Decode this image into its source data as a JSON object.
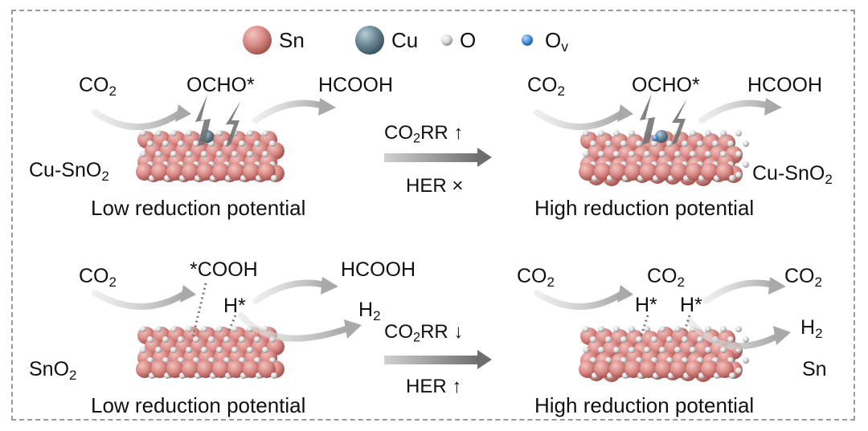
{
  "legend": {
    "sn_label": "Sn",
    "cu_label": "Cu",
    "o_label": "O",
    "ov_label_main": "O",
    "ov_label_sub": "v"
  },
  "panels": {
    "top_left": {
      "co2_main": "CO",
      "co2_sub": "2",
      "intermediate": "OCHO*",
      "product": "HCOOH",
      "catalyst_main": "Cu-SnO",
      "catalyst_sub": "2",
      "caption": "Low reduction potential"
    },
    "top_right": {
      "co2_main": "CO",
      "co2_sub": "2",
      "intermediate": "OCHO*",
      "product": "HCOOH",
      "catalyst_main": "Cu-SnO",
      "catalyst_sub": "2",
      "caption": "High reduction potential"
    },
    "bottom_left": {
      "co2_main": "CO",
      "co2_sub": "2",
      "intermediate": "*COOH",
      "hydrogen_intermediate": "H*",
      "product": "HCOOH",
      "h2_main": "H",
      "h2_sub": "2",
      "catalyst_main": "SnO",
      "catalyst_sub": "2",
      "caption": "Low reduction potential"
    },
    "bottom_right": {
      "co2_a_main": "CO",
      "co2_a_sub": "2",
      "co2_b_main": "CO",
      "co2_b_sub": "2",
      "co2_c_main": "CO",
      "co2_c_sub": "2",
      "h_star_a": "H*",
      "h_star_b": "H*",
      "h2_main": "H",
      "h2_sub": "2",
      "catalyst": "Sn",
      "caption": "High reduction potential"
    }
  },
  "transitions": {
    "top": {
      "co2rr_main": "CO",
      "co2rr_sub": "2",
      "co2rr_rest": "RR ↑",
      "her": "HER ×"
    },
    "bottom": {
      "co2rr_main": "CO",
      "co2rr_sub": "2",
      "co2rr_rest": "RR ↓",
      "her": "HER ↑"
    }
  },
  "colors": {
    "sn": "#d98a86",
    "cu": "#6b8795",
    "o": "#d6d6d6",
    "ov": "#4a90d9",
    "arrow": "#b5b5b5"
  }
}
